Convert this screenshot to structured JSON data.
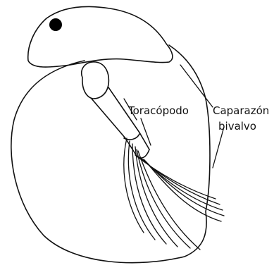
{
  "labels": {
    "toracopodo": "Toracópodo",
    "caparazon_line1": "Caparazón",
    "caparazon_line2": "bivalvo"
  },
  "colors": {
    "stroke": "#111111",
    "background": "#ffffff",
    "eye": "#000000"
  }
}
